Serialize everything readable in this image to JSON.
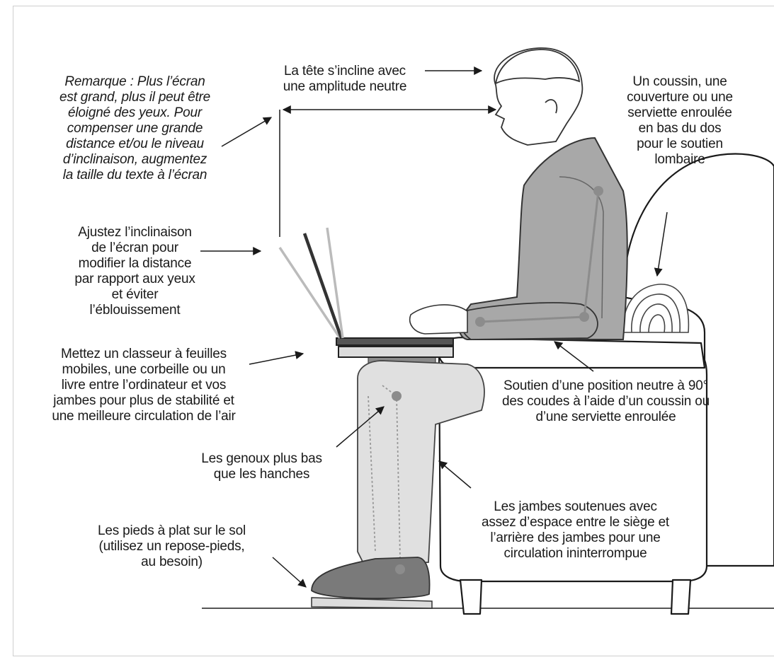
{
  "labels": {
    "note": "Remarque : Plus l’écran\nest grand, plus il peut être\néloigné des yeux. Pour\ncompenser une grande\ndistance et/ou le niveau\nd’inclinaison, augmentez\nla taille du texte à l’écran",
    "head": "La tête s’incline avec\nune amplitude neutre",
    "cushion": "Un coussin, une\ncouverture ou une\nserviette enroulée\nen bas du dos\npour le soutien\nlombaire",
    "screen_tilt": "Ajustez l’inclinaison\nde l’écran pour\nmodifier la distance\npar rapport aux yeux\net éviter\nl’éblouissement",
    "binder": "Mettez un classeur à feuilles\nmobiles, une corbeille ou un\nlivre entre l’ordinateur et vos\njambes pour plus de stabilité et\nune meilleure circulation de l’air",
    "elbows": "Soutien d’une position neutre à 90°\ndes coudes à l’aide d’un coussin ou\nd’une serviette enroulée",
    "knees": "Les genoux plus bas\nque les hanches",
    "legs": "Les jambes soutenues avec\nassez d’espace entre le siège et\nl’arrière des jambes pour une\ncirculation ininterrompue",
    "feet": "Les pieds à plat sur le sol\n(utilisez un repose-pieds,\nau besoin)"
  },
  "colors": {
    "ink": "#1a1a1a",
    "shirt": "#a8a8a8",
    "pants": "#e0e0e0",
    "shoe": "#7a7a7a",
    "joint": "#8c8c8c",
    "chair_fill": "#ffffff"
  }
}
